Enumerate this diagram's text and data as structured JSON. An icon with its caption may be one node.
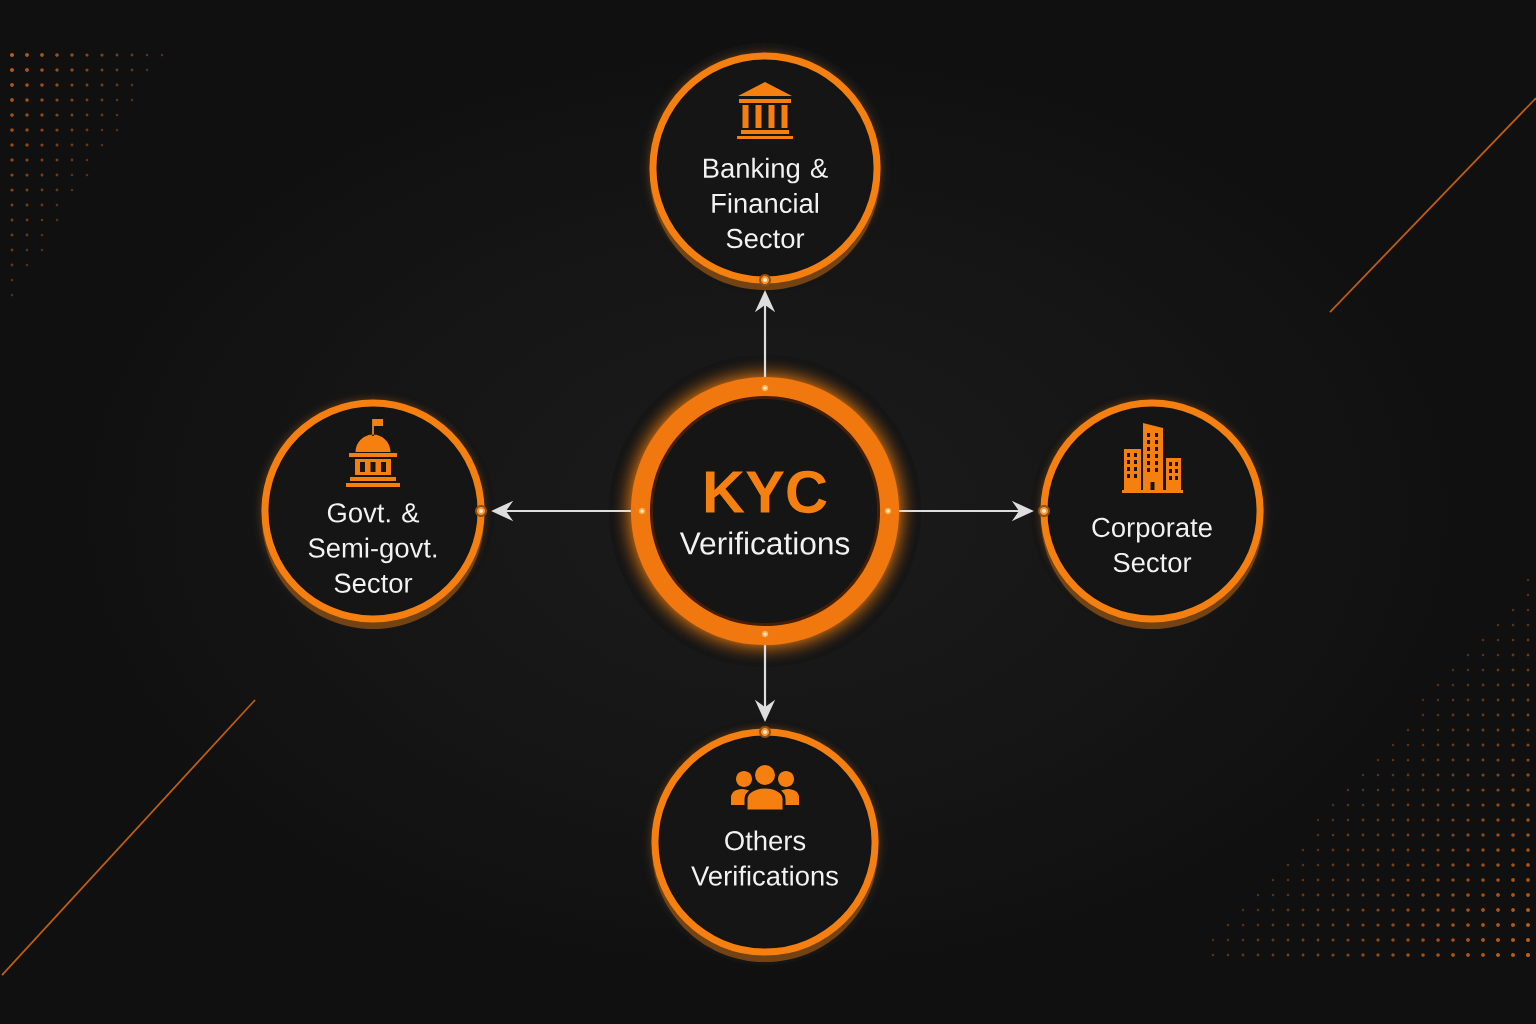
{
  "diagram": {
    "nodes": [
      {
        "text": [
          "Banking & Financial Sector"
        ]
      },
      {
        "text": [
          "Govt. & Semi-govt. Sector"
        ]
      },
      {
        "text": [
          "KYC",
          "Verifications"
        ]
      },
      {
        "text": [
          "Corporate Sector"
        ]
      },
      {
        "text": [
          "Others Verifications"
        ]
      }
    ],
    "edges": [
      {
        "from": 2,
        "to": 0,
        "arrow": "to"
      },
      {
        "from": 2,
        "to": 1,
        "arrow": "to"
      },
      {
        "from": 2,
        "to": 3,
        "arrow": "to"
      },
      {
        "from": 2,
        "to": 4,
        "arrow": "to"
      }
    ]
  }
}
